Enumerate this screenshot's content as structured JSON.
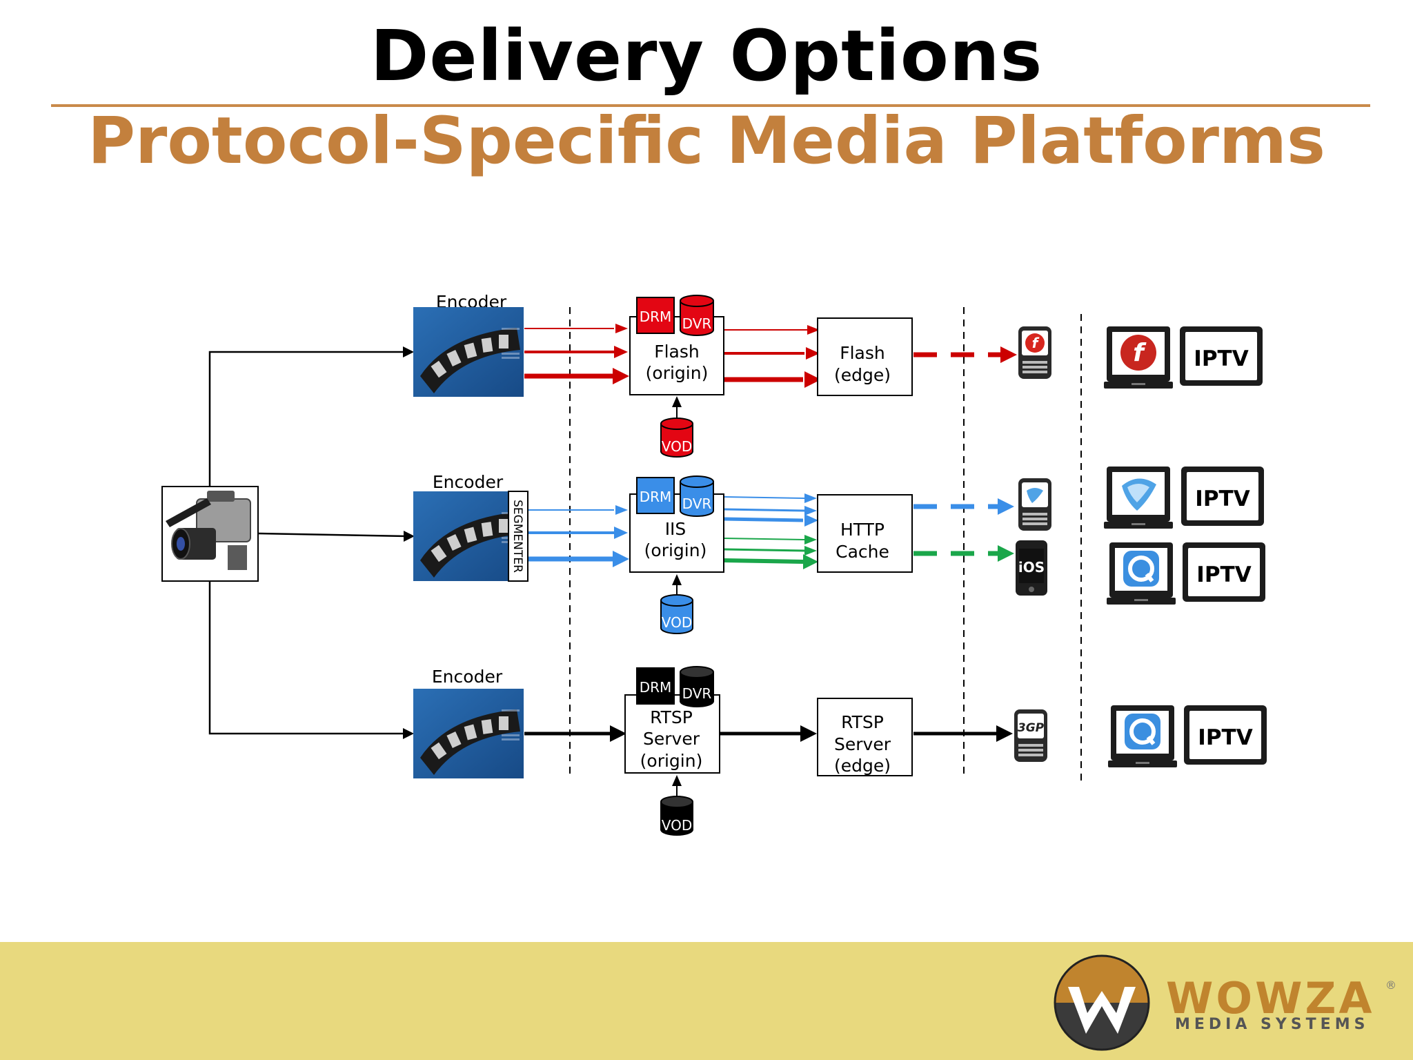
{
  "slide": {
    "title": "Delivery Options",
    "subtitle": "Protocol-Specific Media Platforms"
  },
  "labels": {
    "encoder": "Encoder",
    "segmenter": "SEGMENTER",
    "drm": "DRM",
    "dvr": "DVR",
    "vod": "VOD",
    "iptv": "IPTV",
    "ios": "iOS",
    "threegp": "3GP"
  },
  "rows": {
    "flash": {
      "origin": [
        "Flash",
        "(origin)"
      ],
      "edge": [
        "Flash",
        "(edge)"
      ],
      "color": "#cc0000"
    },
    "http": {
      "origin": [
        "IIS",
        "(origin)"
      ],
      "edge": [
        "HTTP",
        "Cache"
      ],
      "color": "#3a8ee8",
      "color2": "#1aa64a"
    },
    "rtsp": {
      "origin": [
        "RTSP",
        "Server",
        "(origin)"
      ],
      "edge": [
        "RTSP",
        "Server",
        "(edge)"
      ],
      "color": "#000000"
    }
  },
  "footer": {
    "logo_word": "WOWZA",
    "logo_sub": "MEDIA SYSTEMS",
    "logo_reg": "®",
    "accent": "#c0842e",
    "background": "#e8d97e"
  },
  "icons": {
    "camera": "video-camera-icon",
    "film": "film-reel-icon",
    "flash_player": "flash-player-icon",
    "silverlight": "silverlight-icon",
    "quicktime": "quicktime-icon",
    "phone": "mobile-phone-icon",
    "laptop": "laptop-icon",
    "tv": "tv-icon"
  }
}
